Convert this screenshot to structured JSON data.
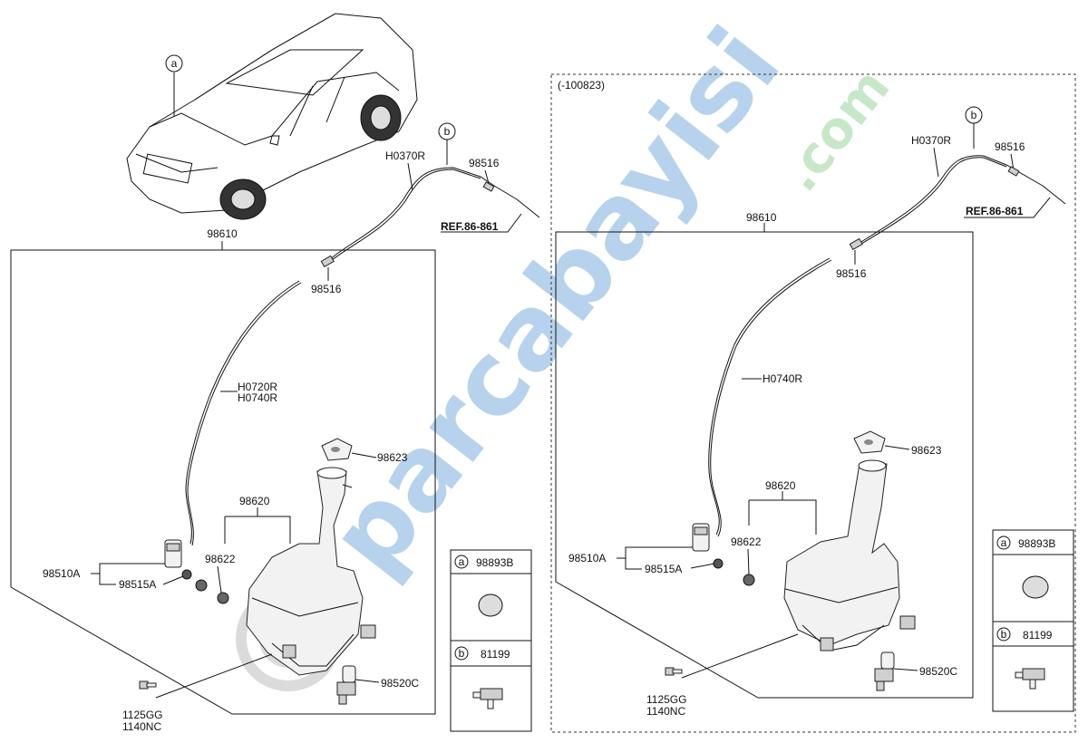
{
  "left_panel": {
    "callouts": {
      "reservoir_hose_assy": "98610",
      "check_valve_top": "98516",
      "check_valve_mid": "98516",
      "hose_top": "H0370R",
      "hose_mid_1": "H0720R",
      "hose_mid_2": "H0740R",
      "cap": "98623",
      "reservoir": "98620",
      "grommet": "98622",
      "pump_a": "98510A",
      "pump_b": "98515A",
      "level_sensor": "98520C",
      "bolt_1": "1125GG",
      "bolt_2": "1140NC",
      "ref": "REF.86-861",
      "marker_a": "a",
      "marker_b": "b"
    },
    "legend": {
      "a_marker": "a",
      "a_part": "98893B",
      "b_marker": "b",
      "b_part": "81199"
    }
  },
  "right_panel": {
    "variant_label": "(-100823)",
    "callouts": {
      "reservoir_hose_assy": "98610",
      "check_valve_top": "98516",
      "check_valve_mid": "98516",
      "hose_top": "H0370R",
      "hose_mid": "H0740R",
      "cap": "98623",
      "reservoir": "98620",
      "grommet": "98622",
      "pump_a": "98510A",
      "pump_b": "98515A",
      "level_sensor": "98520C",
      "bolt_1": "1125GG",
      "bolt_2": "1140NC",
      "ref": "REF.86-861",
      "marker_b": "b"
    },
    "legend": {
      "a_marker": "a",
      "a_part": "98893B",
      "b_marker": "b",
      "b_part": "81199"
    }
  },
  "watermark": {
    "text_main": "parcabayisi",
    "text_suffix": ".com",
    "color_blue": "#2f7fc9",
    "color_green": "#5dbb63"
  }
}
